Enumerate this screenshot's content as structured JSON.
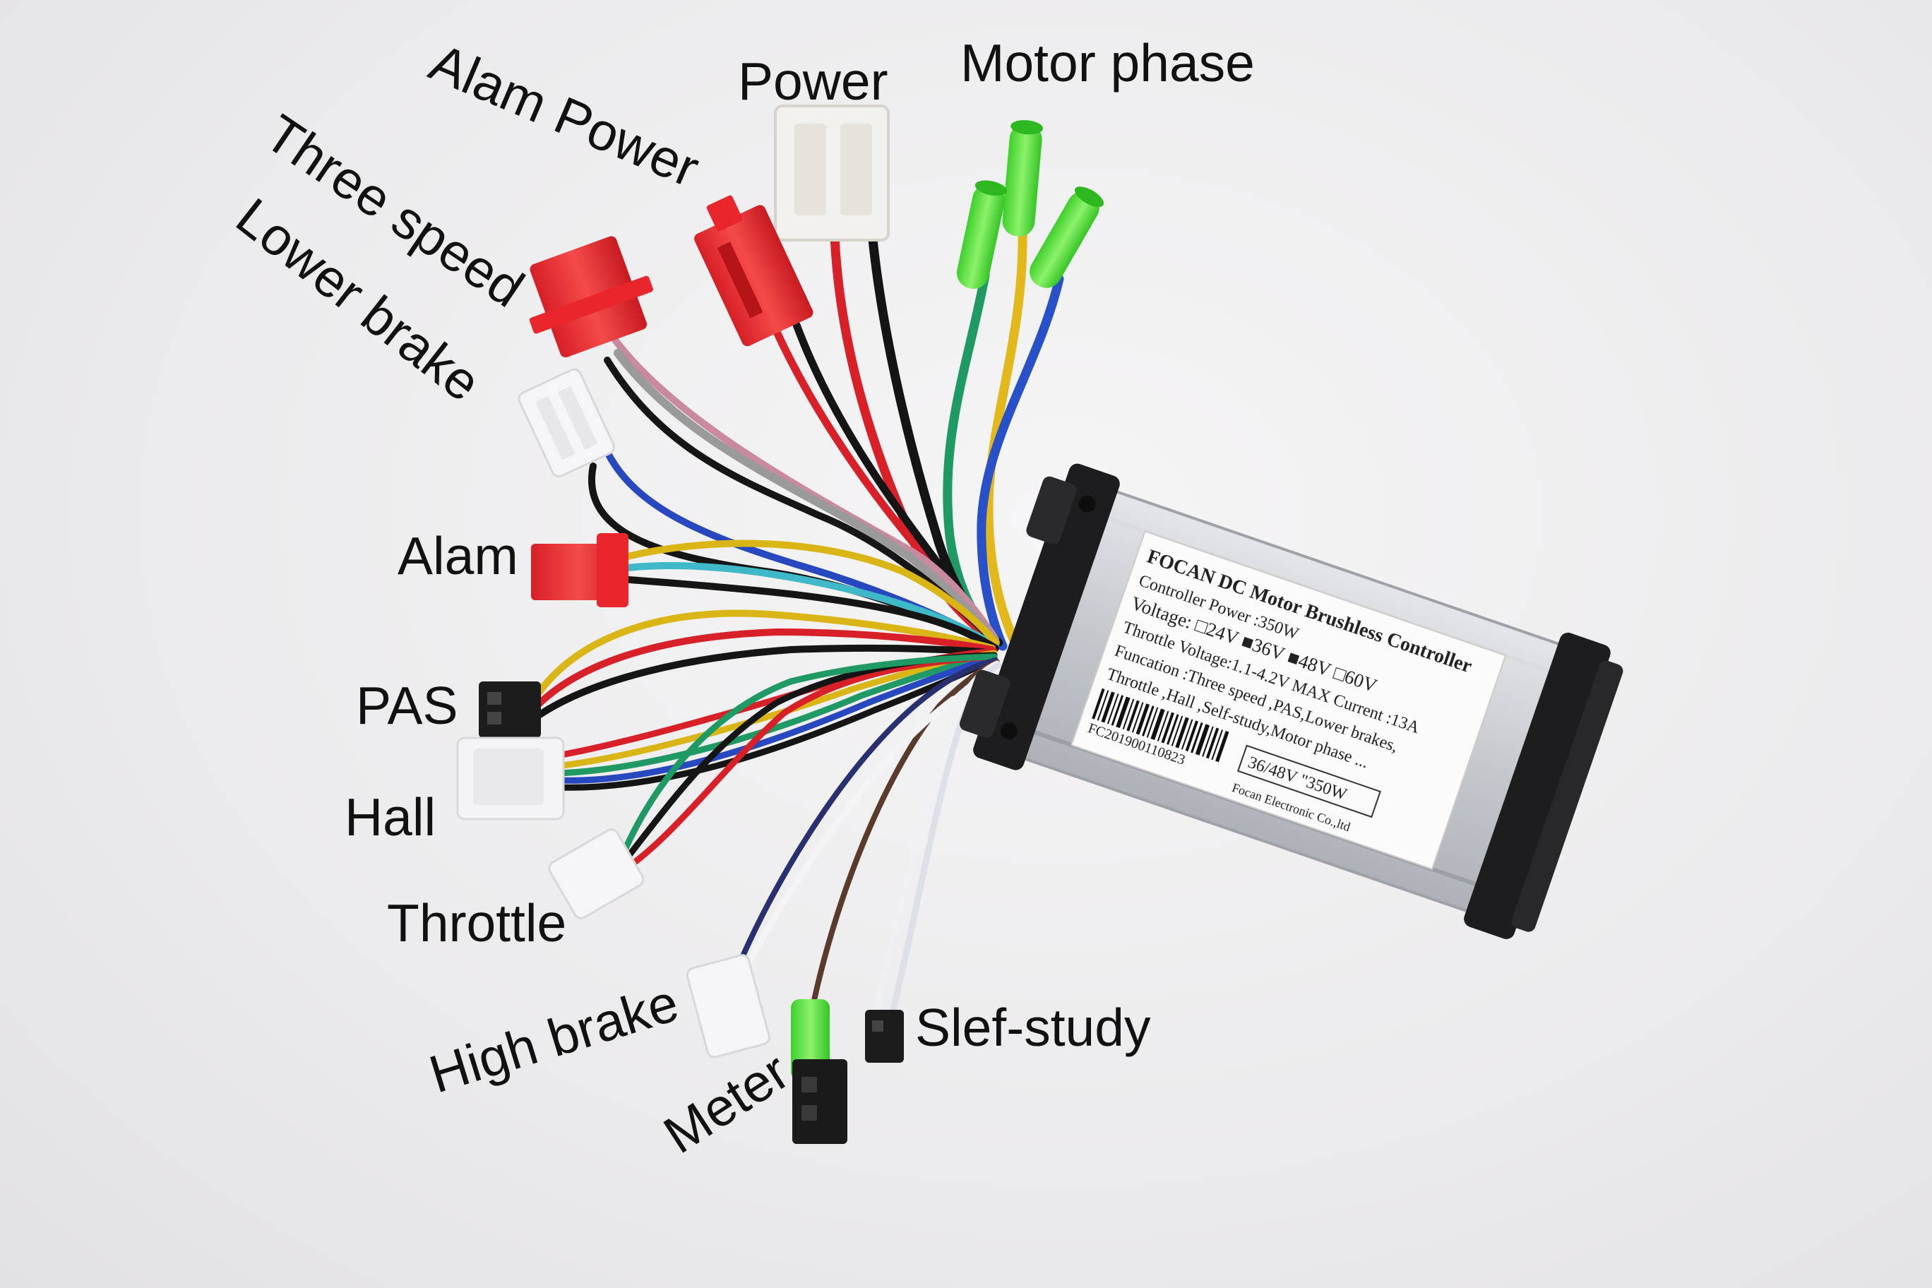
{
  "labels": {
    "alam_power": "Alam Power",
    "power": "Power",
    "motor_phase": "Motor phase",
    "three_speed": "Three speed",
    "lower_brake": "Lower brake",
    "alam": "Alam",
    "pas": "PAS",
    "hall": "Hall",
    "throttle": "Throttle",
    "high_brake": "High brake",
    "meter": "Meter",
    "slef_study": "Slef-study"
  },
  "controller_label": {
    "title": "FOCAN DC Motor Brushless Controller",
    "power": "Controller Power :350W",
    "voltage": "Voltage: □24V ■36V ■48V □60V",
    "throttle_voltage": "Throttle Voltage:1.1-4.2V MAX Current :13A",
    "function": "Funcation :Three speed ,PAS,Lower brakes,",
    "function2": "Throttle ,Hall ,Self-study,Motor phase ...",
    "serial": "FC201900110823",
    "rating": "36/48V \"350W",
    "maker": "Focan Electronic Co.,ltd"
  },
  "colors": {
    "red_connector": "#e8262c",
    "green_connector": "#4ee03a",
    "white_connector": "#f3f1ee",
    "black_connector": "#1c1c1c",
    "housing": "#c9ccd0",
    "end_cap": "#1d1d1f"
  }
}
